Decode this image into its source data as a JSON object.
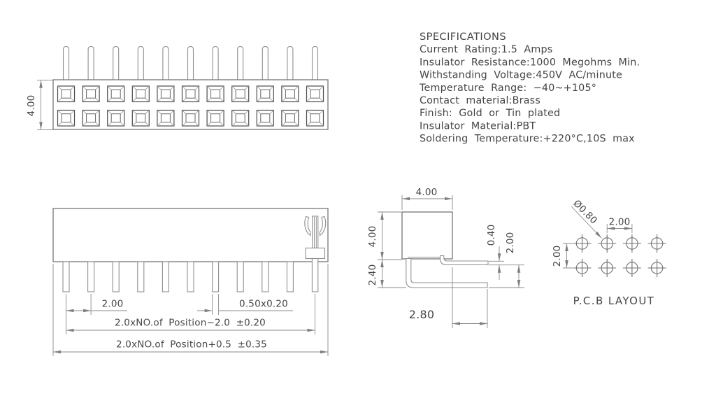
{
  "drawing": {
    "specifications": {
      "title": "SPECIFICATIONS",
      "lines": [
        "Current Rating:1.5 Amps",
        "Insulator Resistance:1000 Megohms Min.",
        "Withstanding Voltage:450V AC/minute",
        "Temperature Range: −40~+105°",
        "Contact material:Brass",
        "Finish: Gold or Tin plated",
        "Insulator Material:PBT",
        "Soldering Temperature:+220°C,10S max"
      ]
    },
    "top_view": {
      "positions": 11,
      "rows": 2,
      "height_dim": "4.00"
    },
    "front_view": {
      "positions": 11,
      "pitch_dim": "2.00",
      "pin_section_dim": "0.50x0.20",
      "span_dim": "2.0xNO.of Position−2.0 ±0.20",
      "overall_dim": "2.0xNO.of Position+0.5 ±0.35"
    },
    "side_view": {
      "width_dim": "4.00",
      "body_height_dim": "4.00",
      "below_body_dim": "2.40",
      "pin_thickness_dim": "0.40",
      "row_pitch_dim": "2.00",
      "tail_length_dim": "2.80"
    },
    "pcb_layout": {
      "caption": "P.C.B LAYOUT",
      "hole_diameter_dim": "Ø0.80",
      "horizontal_pitch_dim": "2.00",
      "vertical_pitch_dim": "2.00",
      "hole_cols": 4,
      "hole_rows": 2
    },
    "colors": {
      "line": "#7a7a7a",
      "text": "#474747",
      "background": "#ffffff"
    }
  }
}
